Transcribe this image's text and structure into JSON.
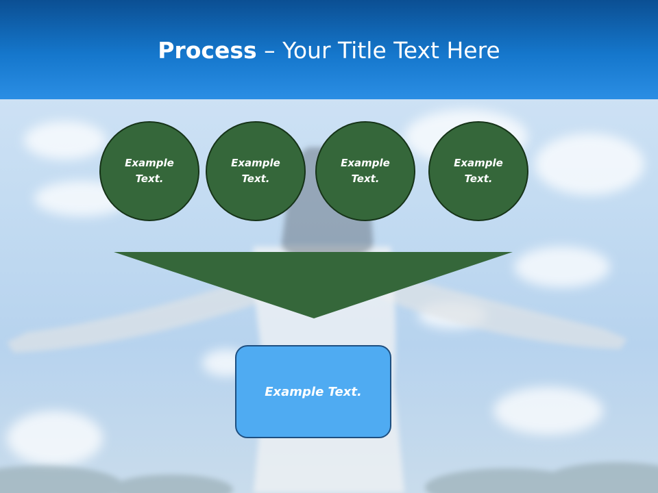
{
  "title": {
    "bold": "Process",
    "separator": " – ",
    "rest": "Your Title Text Here"
  },
  "steps": [
    {
      "label": "Example Text."
    },
    {
      "label": "Example Text."
    },
    {
      "label": "Example Text."
    },
    {
      "label": "Example Text."
    }
  ],
  "result": {
    "label": "Example Text."
  },
  "colors": {
    "header_top": "#0b4f93",
    "header_bottom": "#2b8ee4",
    "circle_fill": "#35673a",
    "funnel_fill": "#35673a",
    "result_fill": "#4fabf2"
  }
}
